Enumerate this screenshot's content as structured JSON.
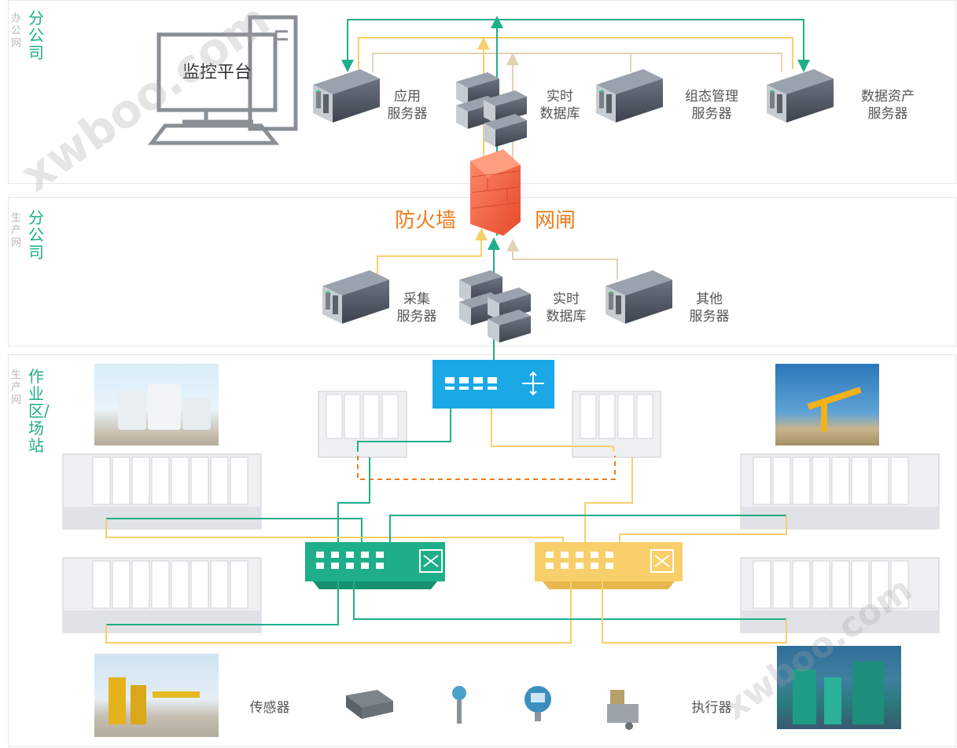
{
  "zones": {
    "office": {
      "grey": "办公网",
      "green": "分公司"
    },
    "production": {
      "grey": "生产网",
      "green": "分公司"
    },
    "site": {
      "grey": "生产网",
      "green": "作业区/场站"
    }
  },
  "office": {
    "monitor_label": "监控平台",
    "servers": [
      {
        "label": "应用\n服务器"
      },
      {
        "label": "实时\n数据库"
      },
      {
        "label": "组态管理\n服务器"
      },
      {
        "label": "数据资产\n服务器"
      }
    ]
  },
  "security": {
    "firewall": "防火墙",
    "gateway": "网闸"
  },
  "production": {
    "servers": [
      {
        "label": "采集\n服务器"
      },
      {
        "label": "实时\n数据库"
      },
      {
        "label": "其他\n服务器"
      }
    ]
  },
  "field": {
    "sensors_label": "传感器",
    "actuators_label": "执行器"
  },
  "watermarks": [
    "xwboo.com",
    "xwboo.com"
  ],
  "colors": {
    "green": "#1fae8a",
    "yellow": "#f9cf6b",
    "beige": "#e2d2b4",
    "orange": "#f07b1a",
    "router_blue": "#1aa9e6",
    "switch_green": "#1fae8a",
    "switch_yellow": "#f9cf6b"
  },
  "icons": [
    "computer-monitor-icon",
    "rack-server-icon",
    "firewall-icon",
    "router-icon",
    "switch-icon",
    "plc-controller-icon",
    "sensor-icon",
    "valve-actuator-icon"
  ]
}
